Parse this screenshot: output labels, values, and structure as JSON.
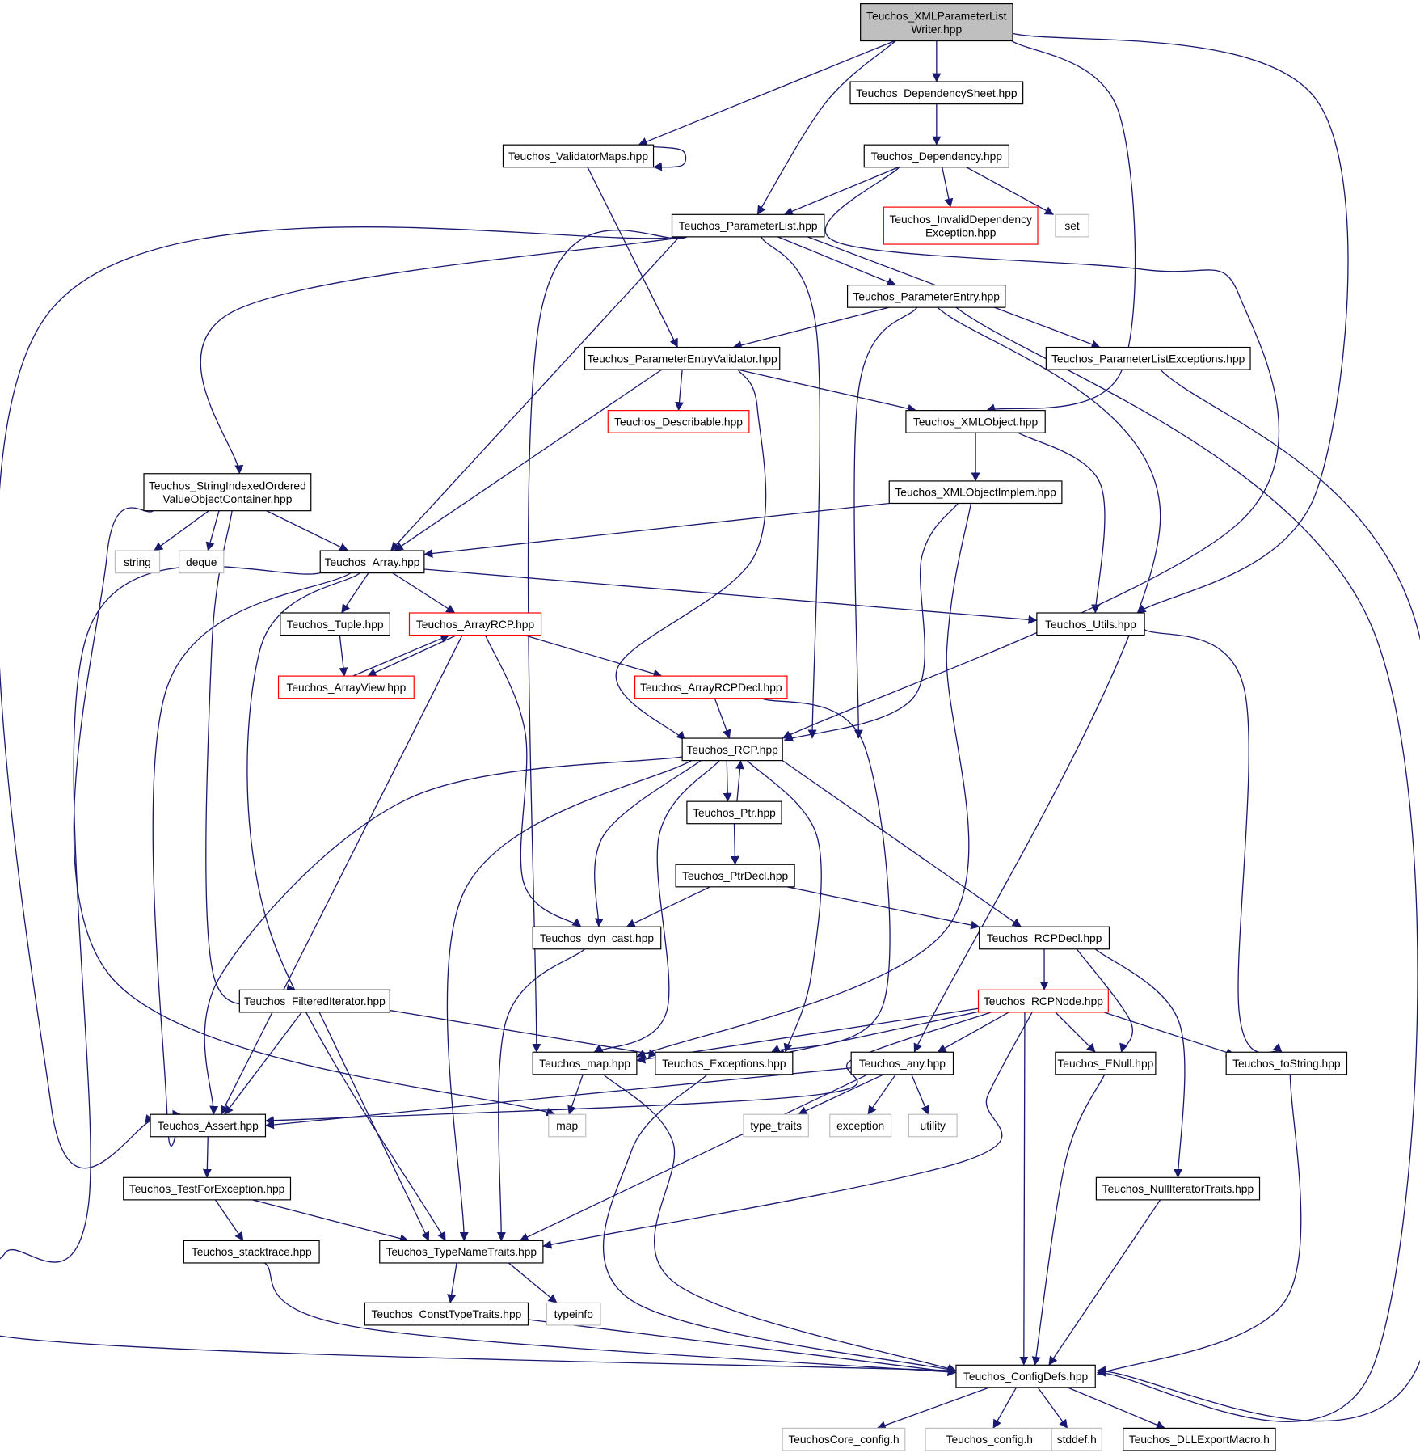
{
  "graph": {
    "colors": {
      "edge": "#191970",
      "root_fill": "#bfbfbf",
      "node_border": "#000000",
      "incomplete_border": "#ff0000",
      "external_border": "#bfbfbf"
    },
    "nodes": [
      {
        "id": "writer",
        "lines": [
          "Teuchos_XMLParameterList",
          "Writer.hpp"
        ],
        "kind": "root"
      },
      {
        "id": "depsheet",
        "lines": [
          "Teuchos_DependencySheet.hpp"
        ],
        "kind": "normal"
      },
      {
        "id": "valmaps",
        "lines": [
          "Teuchos_ValidatorMaps.hpp"
        ],
        "kind": "normal"
      },
      {
        "id": "dependency",
        "lines": [
          "Teuchos_Dependency.hpp"
        ],
        "kind": "normal"
      },
      {
        "id": "paramlist",
        "lines": [
          "Teuchos_ParameterList.hpp"
        ],
        "kind": "normal"
      },
      {
        "id": "invaliddep",
        "lines": [
          "Teuchos_InvalidDependency",
          "Exception.hpp"
        ],
        "kind": "incomplete"
      },
      {
        "id": "set",
        "lines": [
          "set"
        ],
        "kind": "external"
      },
      {
        "id": "paramentry",
        "lines": [
          "Teuchos_ParameterEntry.hpp"
        ],
        "kind": "normal"
      },
      {
        "id": "pev",
        "lines": [
          "Teuchos_ParameterEntryValidator.hpp"
        ],
        "kind": "normal"
      },
      {
        "id": "plexc",
        "lines": [
          "Teuchos_ParameterListExceptions.hpp"
        ],
        "kind": "normal"
      },
      {
        "id": "describable",
        "lines": [
          "Teuchos_Describable.hpp"
        ],
        "kind": "incomplete"
      },
      {
        "id": "xmlobject",
        "lines": [
          "Teuchos_XMLObject.hpp"
        ],
        "kind": "normal"
      },
      {
        "id": "sioc",
        "lines": [
          "Teuchos_StringIndexedOrdered",
          "ValueObjectContainer.hpp"
        ],
        "kind": "normal"
      },
      {
        "id": "xmlimpl",
        "lines": [
          "Teuchos_XMLObjectImplem.hpp"
        ],
        "kind": "normal"
      },
      {
        "id": "string",
        "lines": [
          "string"
        ],
        "kind": "external"
      },
      {
        "id": "deque",
        "lines": [
          "deque"
        ],
        "kind": "external"
      },
      {
        "id": "array",
        "lines": [
          "Teuchos_Array.hpp"
        ],
        "kind": "normal"
      },
      {
        "id": "tuple",
        "lines": [
          "Teuchos_Tuple.hpp"
        ],
        "kind": "normal"
      },
      {
        "id": "arrayrcp",
        "lines": [
          "Teuchos_ArrayRCP.hpp"
        ],
        "kind": "incomplete"
      },
      {
        "id": "utils",
        "lines": [
          "Teuchos_Utils.hpp"
        ],
        "kind": "normal"
      },
      {
        "id": "arrayview",
        "lines": [
          "Teuchos_ArrayView.hpp"
        ],
        "kind": "incomplete"
      },
      {
        "id": "arrayrcpdecl",
        "lines": [
          "Teuchos_ArrayRCPDecl.hpp"
        ],
        "kind": "incomplete"
      },
      {
        "id": "rcp",
        "lines": [
          "Teuchos_RCP.hpp"
        ],
        "kind": "normal"
      },
      {
        "id": "ptr",
        "lines": [
          "Teuchos_Ptr.hpp"
        ],
        "kind": "normal"
      },
      {
        "id": "ptrdecl",
        "lines": [
          "Teuchos_PtrDecl.hpp"
        ],
        "kind": "normal"
      },
      {
        "id": "dyncast",
        "lines": [
          "Teuchos_dyn_cast.hpp"
        ],
        "kind": "normal"
      },
      {
        "id": "rcpdecl",
        "lines": [
          "Teuchos_RCPDecl.hpp"
        ],
        "kind": "normal"
      },
      {
        "id": "filtered",
        "lines": [
          "Teuchos_FilteredIterator.hpp"
        ],
        "kind": "normal"
      },
      {
        "id": "rcpnode",
        "lines": [
          "Teuchos_RCPNode.hpp"
        ],
        "kind": "incomplete"
      },
      {
        "id": "tmap",
        "lines": [
          "Teuchos_map.hpp"
        ],
        "kind": "normal"
      },
      {
        "id": "exceptions",
        "lines": [
          "Teuchos_Exceptions.hpp"
        ],
        "kind": "normal"
      },
      {
        "id": "any",
        "lines": [
          "Teuchos_any.hpp"
        ],
        "kind": "normal"
      },
      {
        "id": "enull",
        "lines": [
          "Teuchos_ENull.hpp"
        ],
        "kind": "normal"
      },
      {
        "id": "tostring",
        "lines": [
          "Teuchos_toString.hpp"
        ],
        "kind": "normal"
      },
      {
        "id": "assert",
        "lines": [
          "Teuchos_Assert.hpp"
        ],
        "kind": "normal"
      },
      {
        "id": "map",
        "lines": [
          "map"
        ],
        "kind": "external"
      },
      {
        "id": "typetraits",
        "lines": [
          "type_traits"
        ],
        "kind": "external"
      },
      {
        "id": "exception",
        "lines": [
          "exception"
        ],
        "kind": "external"
      },
      {
        "id": "utility",
        "lines": [
          "utility"
        ],
        "kind": "external"
      },
      {
        "id": "testforexc",
        "lines": [
          "Teuchos_TestForException.hpp"
        ],
        "kind": "normal"
      },
      {
        "id": "nulliter",
        "lines": [
          "Teuchos_NullIteratorTraits.hpp"
        ],
        "kind": "normal"
      },
      {
        "id": "stacktrace",
        "lines": [
          "Teuchos_stacktrace.hpp"
        ],
        "kind": "normal"
      },
      {
        "id": "typename",
        "lines": [
          "Teuchos_TypeNameTraits.hpp"
        ],
        "kind": "normal"
      },
      {
        "id": "consttype",
        "lines": [
          "Teuchos_ConstTypeTraits.hpp"
        ],
        "kind": "normal"
      },
      {
        "id": "typeinfo",
        "lines": [
          "typeinfo"
        ],
        "kind": "external"
      },
      {
        "id": "configdefs",
        "lines": [
          "Teuchos_ConfigDefs.hpp"
        ],
        "kind": "normal"
      },
      {
        "id": "coreconfig",
        "lines": [
          "TeuchosCore_config.h"
        ],
        "kind": "external"
      },
      {
        "id": "tconfig",
        "lines": [
          "Teuchos_config.h"
        ],
        "kind": "external"
      },
      {
        "id": "stddef",
        "lines": [
          "stddef.h"
        ],
        "kind": "external"
      },
      {
        "id": "dllexport",
        "lines": [
          "Teuchos_DLLExportMacro.h"
        ],
        "kind": "normal"
      }
    ],
    "edges": [
      [
        "writer",
        "depsheet"
      ],
      [
        "writer",
        "valmaps"
      ],
      [
        "writer",
        "paramlist"
      ],
      [
        "writer",
        "xmlobject"
      ],
      [
        "writer",
        "utils"
      ],
      [
        "depsheet",
        "dependency"
      ],
      [
        "valmaps",
        "valmaps"
      ],
      [
        "valmaps",
        "pev"
      ],
      [
        "dependency",
        "paramlist"
      ],
      [
        "dependency",
        "invaliddep"
      ],
      [
        "dependency",
        "set"
      ],
      [
        "dependency",
        "rcp"
      ],
      [
        "paramlist",
        "paramentry"
      ],
      [
        "paramlist",
        "plexc"
      ],
      [
        "paramlist",
        "sioc"
      ],
      [
        "paramlist",
        "array"
      ],
      [
        "paramlist",
        "rcp"
      ],
      [
        "paramlist",
        "tmap"
      ],
      [
        "paramlist",
        "assert"
      ],
      [
        "paramentry",
        "pev"
      ],
      [
        "paramentry",
        "rcp"
      ],
      [
        "paramentry",
        "any"
      ],
      [
        "paramentry",
        "configdefs"
      ],
      [
        "pev",
        "describable"
      ],
      [
        "pev",
        "xmlobject"
      ],
      [
        "pev",
        "array"
      ],
      [
        "pev",
        "rcp"
      ],
      [
        "plexc",
        "configdefs"
      ],
      [
        "xmlobject",
        "xmlimpl"
      ],
      [
        "xmlobject",
        "utils"
      ],
      [
        "xmlimpl",
        "array"
      ],
      [
        "xmlimpl",
        "rcp"
      ],
      [
        "xmlimpl",
        "tmap"
      ],
      [
        "sioc",
        "string"
      ],
      [
        "sioc",
        "deque"
      ],
      [
        "sioc",
        "array"
      ],
      [
        "sioc",
        "filtered"
      ],
      [
        "sioc",
        "map"
      ],
      [
        "array",
        "tuple"
      ],
      [
        "array",
        "arrayrcp"
      ],
      [
        "array",
        "utils"
      ],
      [
        "array",
        "assert"
      ],
      [
        "array",
        "typename"
      ],
      [
        "array",
        "configdefs"
      ],
      [
        "tuple",
        "arrayview"
      ],
      [
        "arrayrcp",
        "arrayview"
      ],
      [
        "arrayview",
        "arrayrcp"
      ],
      [
        "arrayrcp",
        "arrayrcpdecl"
      ],
      [
        "arrayrcp",
        "assert"
      ],
      [
        "arrayrcp",
        "dyncast"
      ],
      [
        "arrayrcpdecl",
        "rcp"
      ],
      [
        "arrayrcpdecl",
        "exceptions"
      ],
      [
        "utils",
        "tostring"
      ],
      [
        "rcp",
        "ptr"
      ],
      [
        "ptr",
        "rcp"
      ],
      [
        "rcp",
        "rcpdecl"
      ],
      [
        "rcp",
        "dyncast"
      ],
      [
        "rcp",
        "tmap"
      ],
      [
        "rcp",
        "exceptions"
      ],
      [
        "rcp",
        "assert"
      ],
      [
        "rcp",
        "typename"
      ],
      [
        "ptr",
        "ptrdecl"
      ],
      [
        "ptrdecl",
        "dyncast"
      ],
      [
        "ptrdecl",
        "rcpdecl"
      ],
      [
        "dyncast",
        "typename"
      ],
      [
        "rcpdecl",
        "rcpnode"
      ],
      [
        "rcpdecl",
        "enull"
      ],
      [
        "rcpdecl",
        "nulliter"
      ],
      [
        "filtered",
        "assert"
      ],
      [
        "filtered",
        "exceptions"
      ],
      [
        "filtered",
        "typename"
      ],
      [
        "rcpnode",
        "tmap"
      ],
      [
        "rcpnode",
        "exceptions"
      ],
      [
        "rcpnode",
        "any"
      ],
      [
        "rcpnode",
        "enull"
      ],
      [
        "rcpnode",
        "tostring"
      ],
      [
        "rcpnode",
        "assert"
      ],
      [
        "rcpnode",
        "typename"
      ],
      [
        "rcpnode",
        "configdefs"
      ],
      [
        "tmap",
        "map"
      ],
      [
        "tmap",
        "configdefs"
      ],
      [
        "exceptions",
        "configdefs"
      ],
      [
        "any",
        "assert"
      ],
      [
        "any",
        "typetraits"
      ],
      [
        "any",
        "exception"
      ],
      [
        "any",
        "utility"
      ],
      [
        "any",
        "typename"
      ],
      [
        "enull",
        "configdefs"
      ],
      [
        "tostring",
        "configdefs"
      ],
      [
        "assert",
        "testforexc"
      ],
      [
        "testforexc",
        "stacktrace"
      ],
      [
        "testforexc",
        "typename"
      ],
      [
        "nulliter",
        "configdefs"
      ],
      [
        "stacktrace",
        "configdefs"
      ],
      [
        "typename",
        "consttype"
      ],
      [
        "typename",
        "typeinfo"
      ],
      [
        "consttype",
        "configdefs"
      ],
      [
        "configdefs",
        "coreconfig"
      ],
      [
        "configdefs",
        "tconfig"
      ],
      [
        "configdefs",
        "stddef"
      ],
      [
        "configdefs",
        "dllexport"
      ]
    ]
  }
}
